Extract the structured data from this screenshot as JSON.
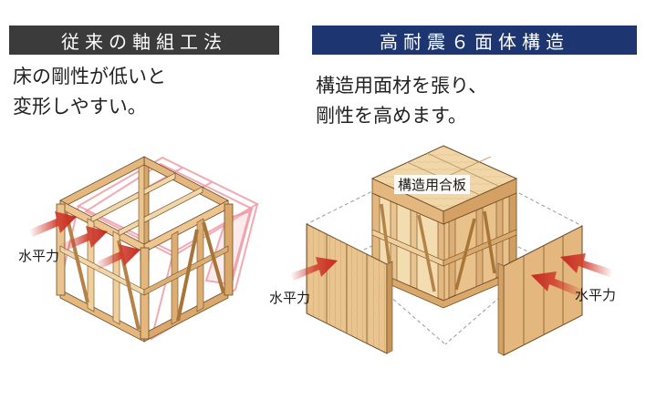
{
  "left": {
    "header": "従来の軸組工法",
    "description": "床の剛性が低いと\n変形しやすい。",
    "force_label": "水平力"
  },
  "right": {
    "header": "高耐震６面体構造",
    "description": "構造用面材を張り、\n剛性を高めます。",
    "panel_label": "構造用合板",
    "force_label_left": "水平力",
    "force_label_right": "水平力"
  },
  "colors": {
    "header_left": "#3b3b3b",
    "header_right": "#1d3570",
    "wood_top": "#f1d7a8",
    "wood_side": "#e3b77d",
    "wood_edge": "#6b4a26",
    "deformed_frame": "#ee9aa4",
    "arrow": "#d03a2c"
  }
}
